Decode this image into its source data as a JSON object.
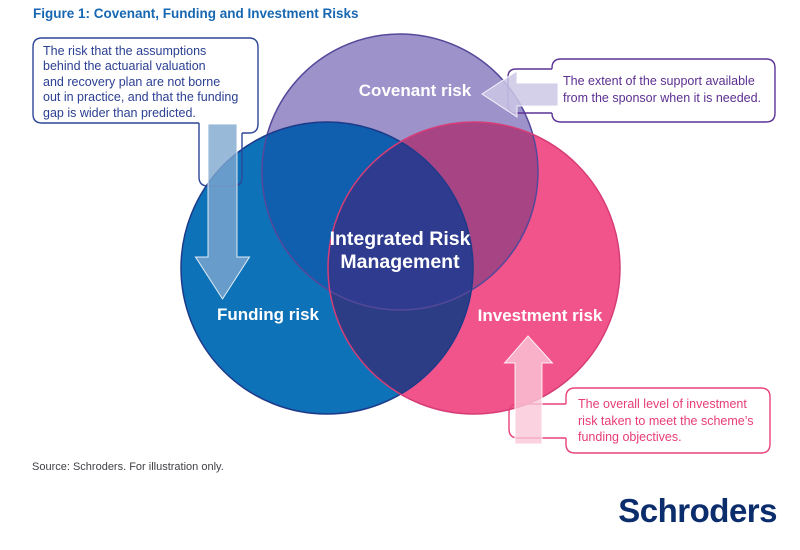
{
  "title": "Figure 1: Covenant, Funding and Investment Risks",
  "source": "Source: Schroders. For illustration only.",
  "logo": "Schroders",
  "venn": {
    "center": {
      "lines": [
        "Integrated Risk",
        "Management"
      ]
    },
    "circles": [
      {
        "id": "covenant",
        "label": "Covenant risk",
        "color": "#9d92c9"
      },
      {
        "id": "funding",
        "label": "Funding risk",
        "color": "#0d72b8"
      },
      {
        "id": "investment",
        "label": "Investment risk",
        "color": "#f1548a"
      }
    ]
  },
  "colors": {
    "purple": "#9d92c9",
    "purple_stroke": "#54489a",
    "blue": "#0d72b8",
    "blue_stroke": "#1e3a8a",
    "pink": "#f1548a",
    "pink_stroke": "#d63d77",
    "overlap_purple_blue": "#0f5fae",
    "overlap_purple_pink": "#a64484",
    "overlap_blue_pink": "#2c3c85",
    "overlap_center": "#2e3b8e",
    "arrow_blue": "rgba(127,168,208,0.8)",
    "arrow_purple": "rgba(205,200,230,0.85)",
    "arrow_pink": "rgba(250,200,216,0.8)",
    "title": "#1767b2",
    "logo": "#0b2d6c",
    "source_text": "#3f3f46"
  },
  "callouts": {
    "funding": {
      "accent": "#2e4696",
      "lines": [
        "The risk that the assumptions",
        "behind the actuarial valuation",
        "and recovery plan are not borne",
        "out in practice, and that the funding",
        "gap is wider than predicted."
      ]
    },
    "covenant": {
      "accent": "#5c3496",
      "lines": [
        "The extent of the support available",
        "from the sponsor when it is needed."
      ]
    },
    "investment": {
      "accent": "#e8417b",
      "lines": [
        "The overall level of investment",
        "risk taken to meet the scheme’s",
        "funding objectives."
      ]
    }
  }
}
